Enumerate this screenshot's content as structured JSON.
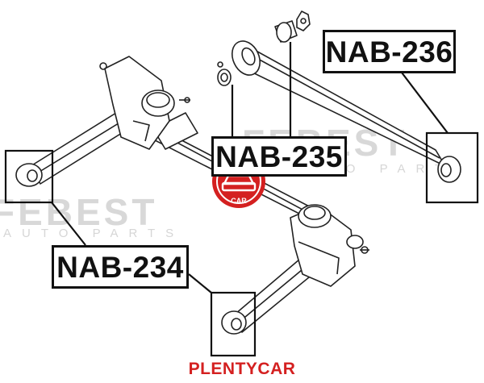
{
  "labels": {
    "part_236": "NAB-236",
    "part_235": "NAB-235",
    "part_234": "NAB-234"
  },
  "watermark": {
    "brand": "FEBEST",
    "sub": "AUTO PARTS",
    "seal_text": "CAR"
  },
  "footer": {
    "brand": "PLENTYCAR"
  },
  "colors": {
    "ink": "#111111",
    "brand_red": "#d42020",
    "watermark_gray": "#d8d8d8"
  }
}
